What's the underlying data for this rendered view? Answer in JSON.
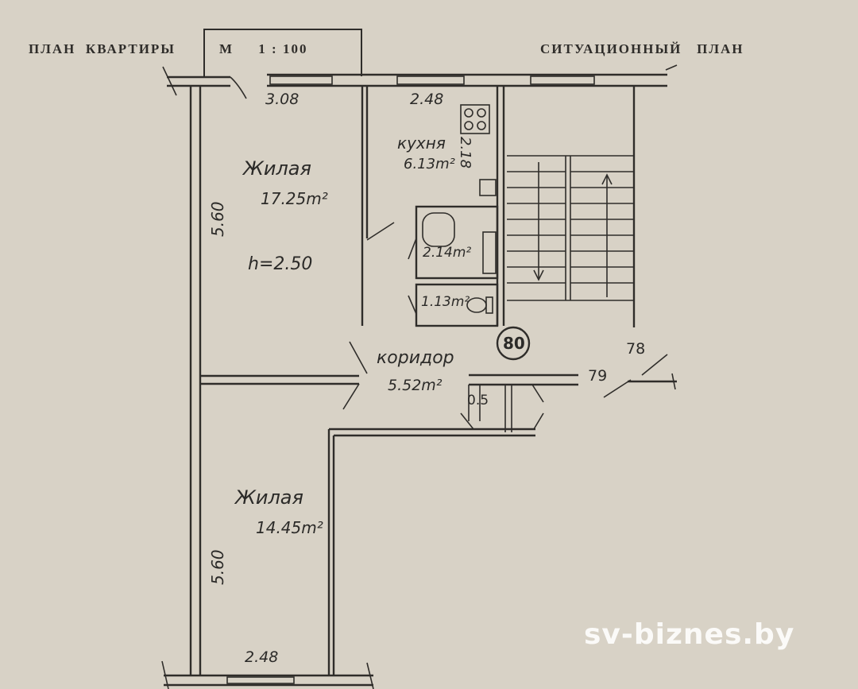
{
  "header": {
    "plan_title": "ПЛАН  КВАРТИРЫ",
    "scale": "М     1 : 100",
    "situation_title": "СИТУАЦИОННЫЙ   ПЛАН"
  },
  "dimensions": {
    "top_left": "3.08",
    "top_mid": "2.48",
    "kitchen_side": "2.18",
    "left_top": "5.60",
    "left_bottom": "5.60",
    "bottom": "2.48",
    "closet": "0.5"
  },
  "rooms": {
    "living_1_name": "Жилая",
    "living_1_area": "17.25m²",
    "ceiling_height": "h=2.50",
    "kitchen_name": "кухня",
    "kitchen_area": "6.13m²",
    "bathroom_area": "2.14m²",
    "wc_area": "1.13m²",
    "corridor_name": "коридор",
    "corridor_area": "5.52m²",
    "living_2_name": "Жилая",
    "living_2_area": "14.45m²"
  },
  "apartment_numbers": {
    "current": "80",
    "neighbor_a": "78",
    "neighbor_b": "79"
  },
  "watermark": "sv-biznes.by"
}
